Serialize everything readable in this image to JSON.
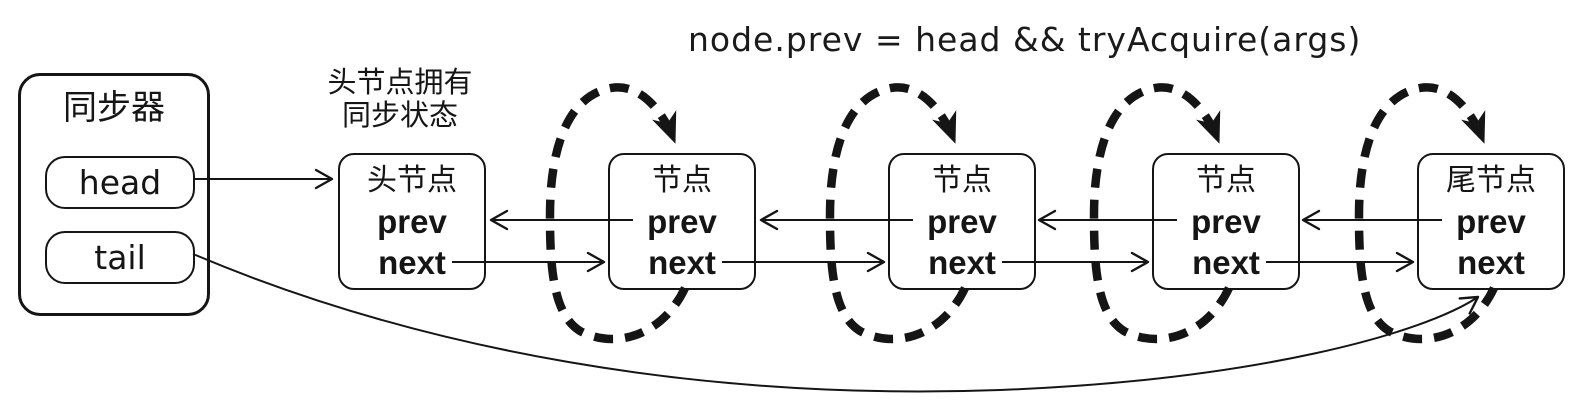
{
  "title": "node.prev = head && tryAcquire(args)",
  "caption": {
    "line1": "头节点拥有",
    "line2": "同步状态"
  },
  "synchronizer": {
    "label": "同步器",
    "head_field": "head",
    "tail_field": "tail"
  },
  "nodes": [
    {
      "title": "头节点",
      "field_prev": "prev",
      "field_next": "next"
    },
    {
      "title": "节点",
      "field_prev": "prev",
      "field_next": "next"
    },
    {
      "title": "节点",
      "field_prev": "prev",
      "field_next": "next"
    },
    {
      "title": "节点",
      "field_prev": "prev",
      "field_next": "next"
    },
    {
      "title": "尾节点",
      "field_prev": "prev",
      "field_next": "next"
    }
  ],
  "colors": {
    "ink": "#151515",
    "background": "#ffffff"
  }
}
